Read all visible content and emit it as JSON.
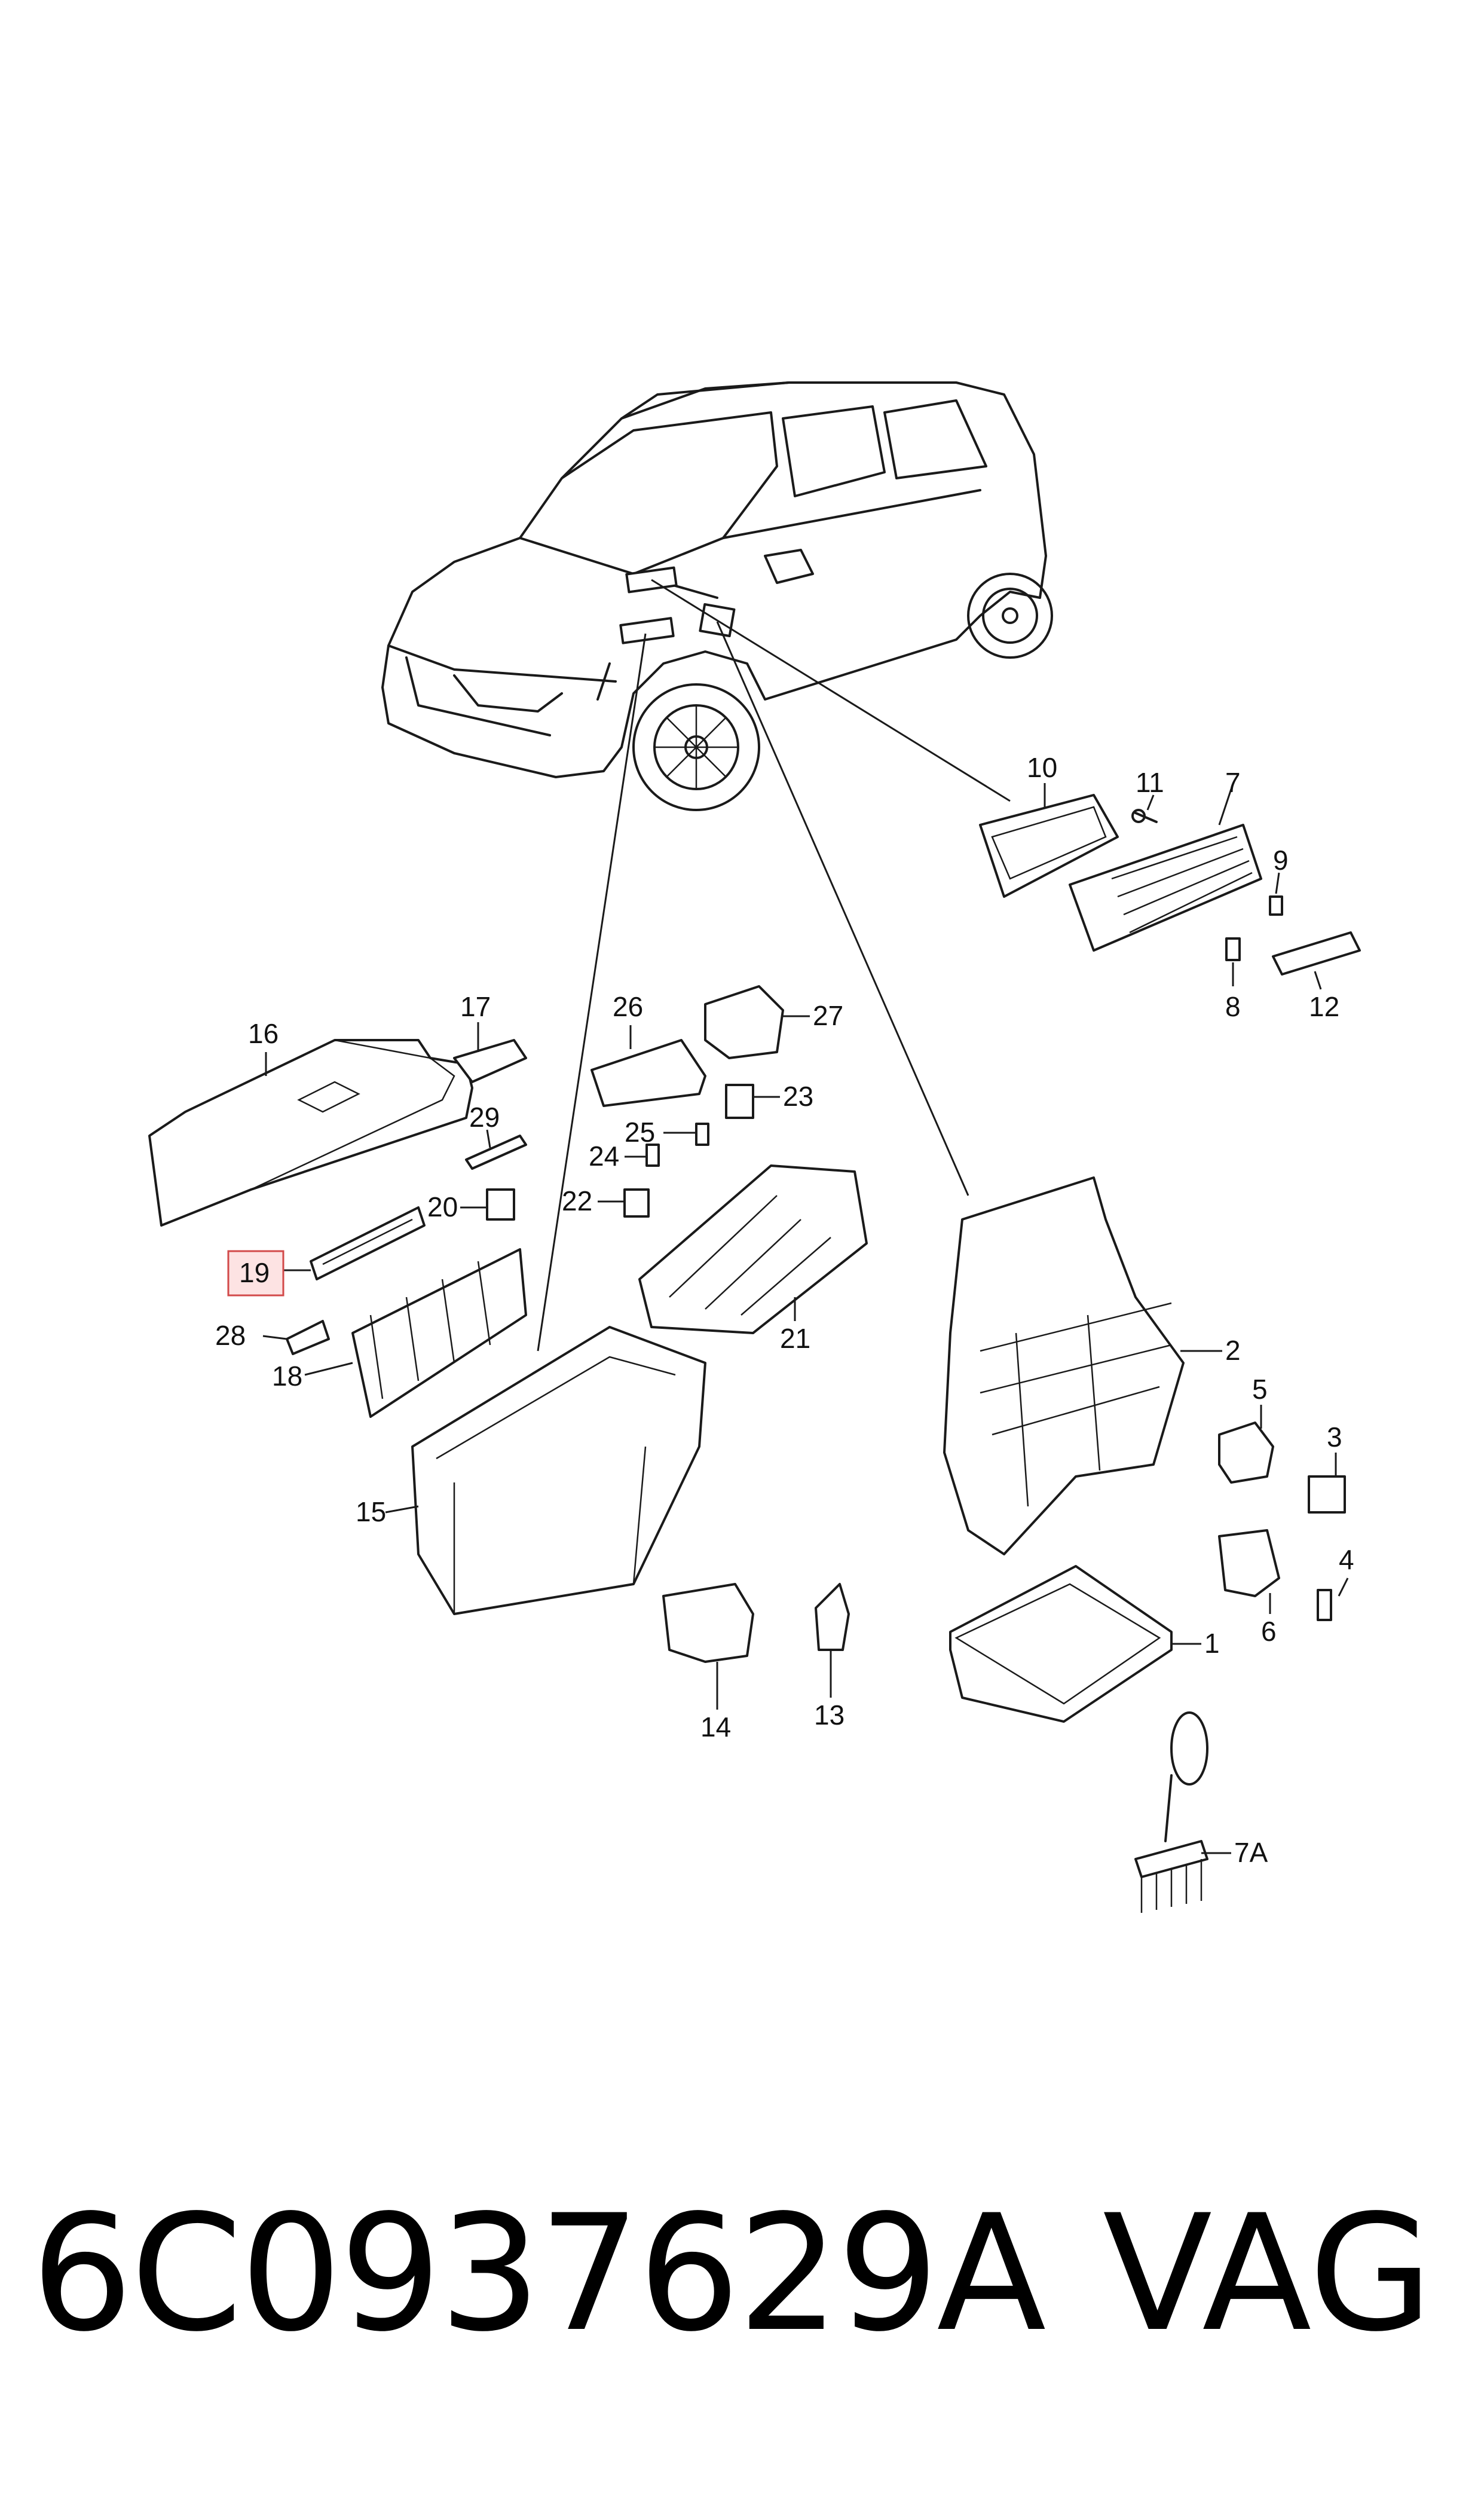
{
  "footer": {
    "part_number": "6C0937629A",
    "brand": "VAG"
  },
  "highlighted_callout": "19",
  "callouts": {
    "c1": "1",
    "c2": "2",
    "c3": "3",
    "c4": "4",
    "c5": "5",
    "c6": "6",
    "c7": "7",
    "c7a": "7A",
    "c8": "8",
    "c9": "9",
    "c10": "10",
    "c11": "11",
    "c12": "12",
    "c13": "13",
    "c14": "14",
    "c15": "15",
    "c16": "16",
    "c17": "17",
    "c18": "18",
    "c19": "19",
    "c20": "20",
    "c21": "21",
    "c22": "22",
    "c23": "23",
    "c24": "24",
    "c25": "25",
    "c26": "26",
    "c27": "27",
    "c28": "28",
    "c29": "29"
  },
  "colors": {
    "line": "#1a1a1a",
    "highlight_fill": "#fde3e3",
    "highlight_stroke": "#d24a4a"
  }
}
